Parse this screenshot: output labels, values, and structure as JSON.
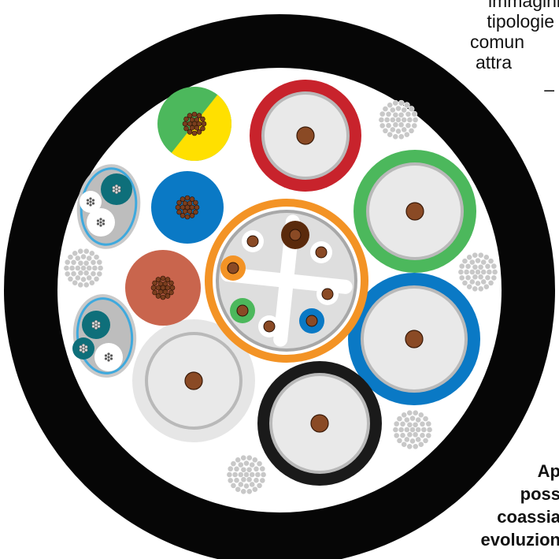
{
  "colors": {
    "jacket": "#060606",
    "red": "#c8232c",
    "green": "#4cb85c",
    "blue": "#0a79c5",
    "black": "#1a1a1a",
    "orange": "#f39325",
    "teal": "#0e6f7a",
    "rust": "#c9654d",
    "yellow": "#ffe000",
    "copper": "#8a4a25",
    "light_blue": "#3fa9dd",
    "grey_strand": "#c8c8c8",
    "light_grey": "#e6e6e6"
  },
  "caption_top": {
    "lines": [
      "immagini",
      "tipologie",
      "comun",
      "attra",
      "–"
    ]
  },
  "caption_bottom": {
    "lines": [
      "Ap",
      "poss",
      "coassia",
      "evoluzion"
    ]
  }
}
